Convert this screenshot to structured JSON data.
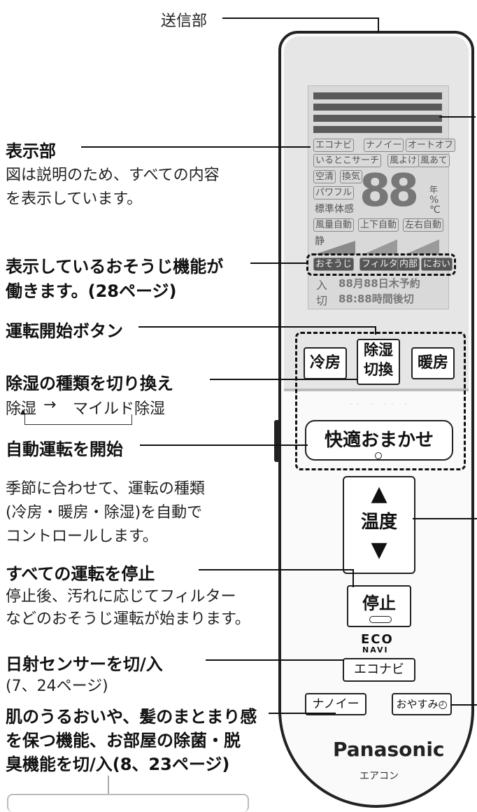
{
  "labels": {
    "transmitter": "送信部",
    "display_title": "表示部",
    "display_desc1": "図は説明のため、すべての内容",
    "display_desc2": "を表示しています。",
    "cleaning_1": "表示しているおそうじ機能が",
    "cleaning_2": "働きます。(28ページ)",
    "start_button": "運転開始ボタン",
    "dehum_switch": "除湿の種類を切り換え",
    "dehum_a": "除湿",
    "dehum_arrow": "→",
    "dehum_b": "マイルド除湿",
    "auto_start": "自動運転を開始",
    "auto_desc1": "季節に合わせて、運転の種類",
    "auto_desc2": "(冷房・暖房・除湿)を自動で",
    "auto_desc3": "コントロールします。",
    "stop_all": "すべての運転を停止",
    "stop_desc1": "停止後、汚れに応じてフィルター",
    "stop_desc2": "などのおそうじ運転が始まります。",
    "sensor": "日射センサーを切/入",
    "sensor_pages": "(7、24ページ)",
    "nanoe_1": "肌のうるおいや、髪のまとまり感",
    "nanoe_2": "を保つ機能、お部屋の除菌・脱",
    "nanoe_3": "臭機能を切/入(8、23ページ)"
  },
  "lcd": {
    "row1": [
      "エコナビ",
      "ナノイー",
      "オートオフ"
    ],
    "row2": [
      "いるとこサーチ",
      "風よけ",
      "風あて"
    ],
    "row3": [
      "空清",
      "換気"
    ],
    "power": "パワフル",
    "std": "標準体感",
    "big_digits": "88",
    "nen": "年",
    "pct": "%",
    "deg": "℃",
    "fan": "風量自動",
    "updown": "上下自動",
    "leftright": "左右自動",
    "quiet": "静",
    "clean_row": [
      "おそうじ",
      "フィルター",
      "内部",
      "におい"
    ],
    "on_label": "入",
    "off_label": "切",
    "timer1": "88月88日木予約",
    "timer2": "88:88時間後切"
  },
  "buttons": {
    "cool": "冷房",
    "dehum_1": "除湿",
    "dehum_2": "切換",
    "heat": "暖房",
    "auto": "快適おまかせ",
    "temp": "温度",
    "up": "▲",
    "down": "▼",
    "stop": "停止",
    "econavi_logo_1": "ECO",
    "econavi_logo_2": "NAVI",
    "econavi": "エコナビ",
    "nanoe": "ナノイー",
    "sleep": "おやすみ"
  },
  "brand": "Panasonic",
  "product": "エアコン"
}
